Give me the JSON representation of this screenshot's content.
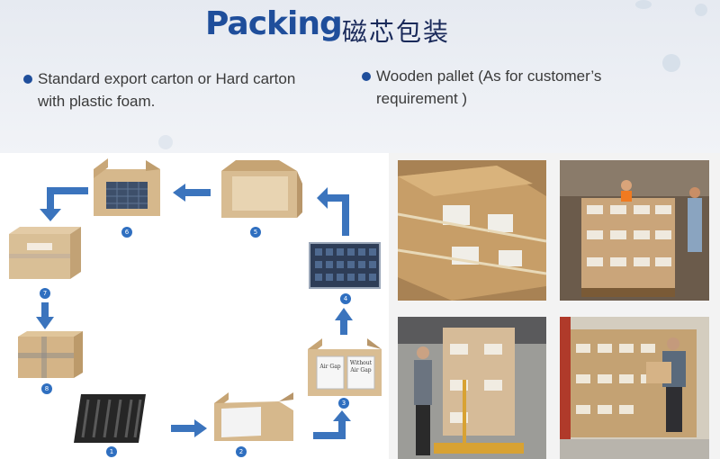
{
  "header": {
    "title": "Packing",
    "title_cn": "磁芯包装",
    "bullet_left_line1": "Standard export carton or Hard carton",
    "bullet_left_line2": "with plastic foam.",
    "bullet_right_line1": "Wooden pallet (As for customer’s",
    "bullet_right_line2": "requirement )"
  },
  "diagram": {
    "steps": [
      "1",
      "2",
      "3",
      "4",
      "5",
      "6",
      "7",
      "8"
    ],
    "carton_label_air_gap": "Air Gap",
    "carton_label_without": "Without",
    "carton_label_air_gap2": "Air Gap"
  },
  "colors": {
    "title": "#1f4e9b",
    "arrow": "#3b74bd",
    "cardboard": "#c9a778",
    "background": "#eef1f6"
  }
}
